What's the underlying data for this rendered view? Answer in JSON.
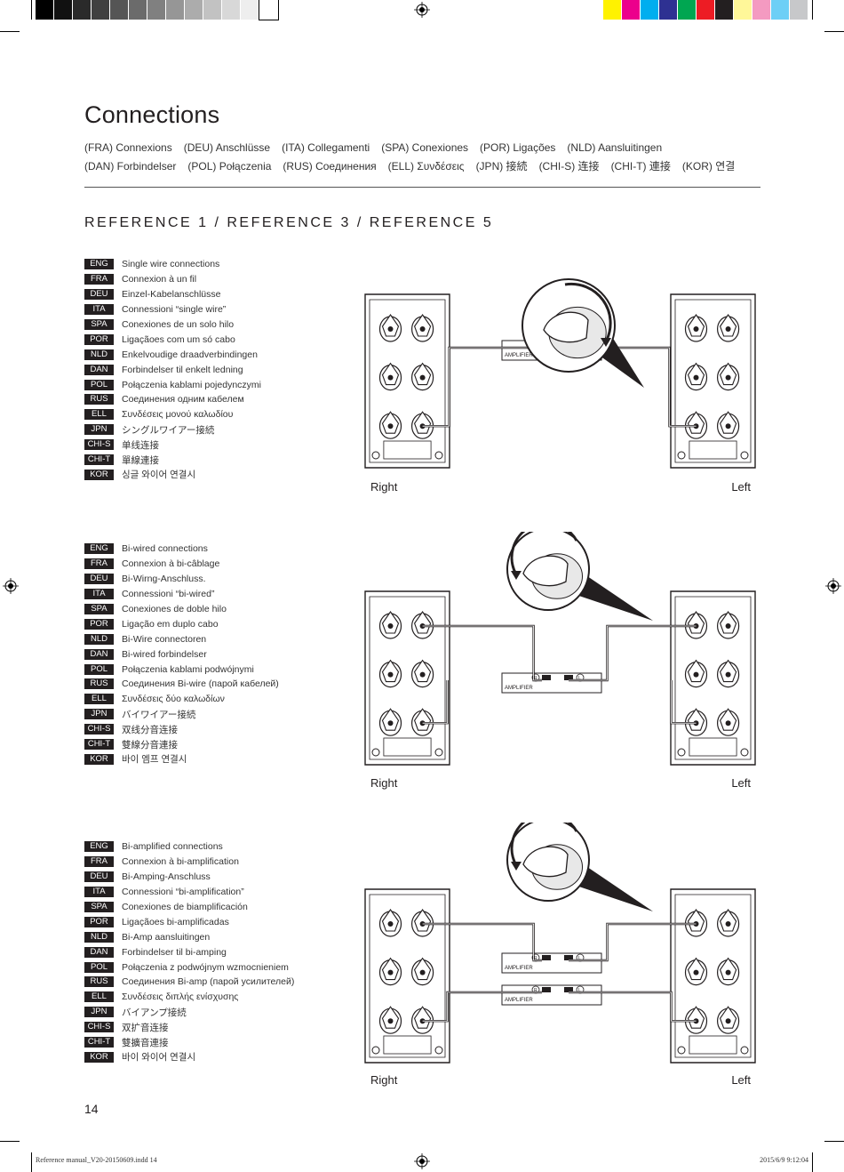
{
  "title": "Connections",
  "translations_line1": [
    "(FRA) Connexions",
    "(DEU) Anschlüsse",
    "(ITA) Collegamenti",
    "(SPA) Conexiones",
    "(POR) Ligações",
    "(NLD) Aansluitingen"
  ],
  "translations_line2": [
    "(DAN) Forbindelser",
    "(POL) Połączenia",
    "(RUS) Соединения",
    "(ELL) Συνδέσεις",
    "(JPN) 接続",
    "(CHI-S) 连接",
    "(CHI-T) 連接",
    "(KOR) 연결"
  ],
  "subtitle": "REFERENCE 1 / REFERENCE 3 / REFERENCE 5",
  "amp_label": "AMPLIFIER",
  "channel_r": "R",
  "channel_l": "L",
  "sections": [
    {
      "right_label": "Right",
      "left_label": "Left",
      "rows": [
        {
          "code": "ENG",
          "text": "Single wire connections"
        },
        {
          "code": "FRA",
          "text": "Connexion à un fil"
        },
        {
          "code": "DEU",
          "text": "Einzel-Kabelanschlüsse"
        },
        {
          "code": "ITA",
          "text": "Connessioni “single wire”"
        },
        {
          "code": "SPA",
          "text": "Conexiones de un solo hilo"
        },
        {
          "code": "POR",
          "text": "Ligaçãoes com um só cabo"
        },
        {
          "code": "NLD",
          "text": "Enkelvoudige draadverbindingen"
        },
        {
          "code": "DAN",
          "text": "Forbindelser til enkelt ledning"
        },
        {
          "code": "POL",
          "text": "Połączenia kablami pojedynczymi"
        },
        {
          "code": "RUS",
          "text": "Соединения одним кабелем"
        },
        {
          "code": "ELL",
          "text": "Συνδέσεις μονού καλωδίου"
        },
        {
          "code": "JPN",
          "text": "シングルワイアー接続"
        },
        {
          "code": "CHI-S",
          "text": "单线连接"
        },
        {
          "code": "CHI-T",
          "text": "單線連接"
        },
        {
          "code": "KOR",
          "text": "싱글 와이어 연결시"
        }
      ]
    },
    {
      "right_label": "Right",
      "left_label": "Left",
      "rows": [
        {
          "code": "ENG",
          "text": "Bi-wired connections"
        },
        {
          "code": "FRA",
          "text": "Connexion à bi-câblage"
        },
        {
          "code": "DEU",
          "text": "Bi-Wirng-Anschluss."
        },
        {
          "code": "ITA",
          "text": "Connessioni “bi-wired”"
        },
        {
          "code": "SPA",
          "text": "Conexiones de doble hilo"
        },
        {
          "code": "POR",
          "text": "Ligação em duplo cabo"
        },
        {
          "code": "NLD",
          "text": "Bi-Wire connectoren"
        },
        {
          "code": "DAN",
          "text": "Bi-wired forbindelser"
        },
        {
          "code": "POL",
          "text": "Połączenia kablami podwójnymi"
        },
        {
          "code": "RUS",
          "text": "Соединения Bi-wire (парой кабелей)"
        },
        {
          "code": "ELL",
          "text": "Συνδέσεις δύο καλωδίων"
        },
        {
          "code": "JPN",
          "text": "バイワイアー接続"
        },
        {
          "code": "CHI-S",
          "text": "双线分音连接"
        },
        {
          "code": "CHI-T",
          "text": "雙線分音連接"
        },
        {
          "code": "KOR",
          "text": "바이 엠프 연결시"
        }
      ]
    },
    {
      "right_label": "Right",
      "left_label": "Left",
      "rows": [
        {
          "code": "ENG",
          "text": "Bi-amplified connections"
        },
        {
          "code": "FRA",
          "text": "Connexion à bi-amplification"
        },
        {
          "code": "DEU",
          "text": "Bi-Amping-Anschluss"
        },
        {
          "code": "ITA",
          "text": "Connessioni “bi-amplification”"
        },
        {
          "code": "SPA",
          "text": "Conexiones de biamplificación"
        },
        {
          "code": "POR",
          "text": "Ligaçãoes bi-amplificadas"
        },
        {
          "code": "NLD",
          "text": "Bi-Amp aansluitingen"
        },
        {
          "code": "DAN",
          "text": "Forbindelser til bi-amping"
        },
        {
          "code": "POL",
          "text": "Połączenia z podwójnym wzmocnieniem"
        },
        {
          "code": "RUS",
          "text": "Соединения Bi-amp (парой усилителей)"
        },
        {
          "code": "ELL",
          "text": "Συνδέσεις διπλής ενίσχυσης"
        },
        {
          "code": "JPN",
          "text": "バイアンプ接続"
        },
        {
          "code": "CHI-S",
          "text": "双扩音连接"
        },
        {
          "code": "CHI-T",
          "text": "雙擴音連接"
        },
        {
          "code": "KOR",
          "text": "바이 와이어 연결시"
        }
      ]
    }
  ],
  "page_number": "14",
  "footer_left": "Reference manual_V20-20150609.indd   14",
  "footer_right": "2015/6/9   9:12:04",
  "colors": {
    "gray_bar": [
      "#000000",
      "#111111",
      "#2a2a2a",
      "#404040",
      "#555555",
      "#6b6b6b",
      "#808080",
      "#969696",
      "#acacac",
      "#c2c2c2",
      "#d8d8d8",
      "#eeeeee",
      "#ffffff"
    ],
    "color_bar": [
      "#fff200",
      "#ec008c",
      "#00aeef",
      "#2e3192",
      "#00a651",
      "#ed1c24",
      "#231f20",
      "#fff799",
      "#f49ac1",
      "#6dcff6",
      "#c7c8ca"
    ]
  }
}
